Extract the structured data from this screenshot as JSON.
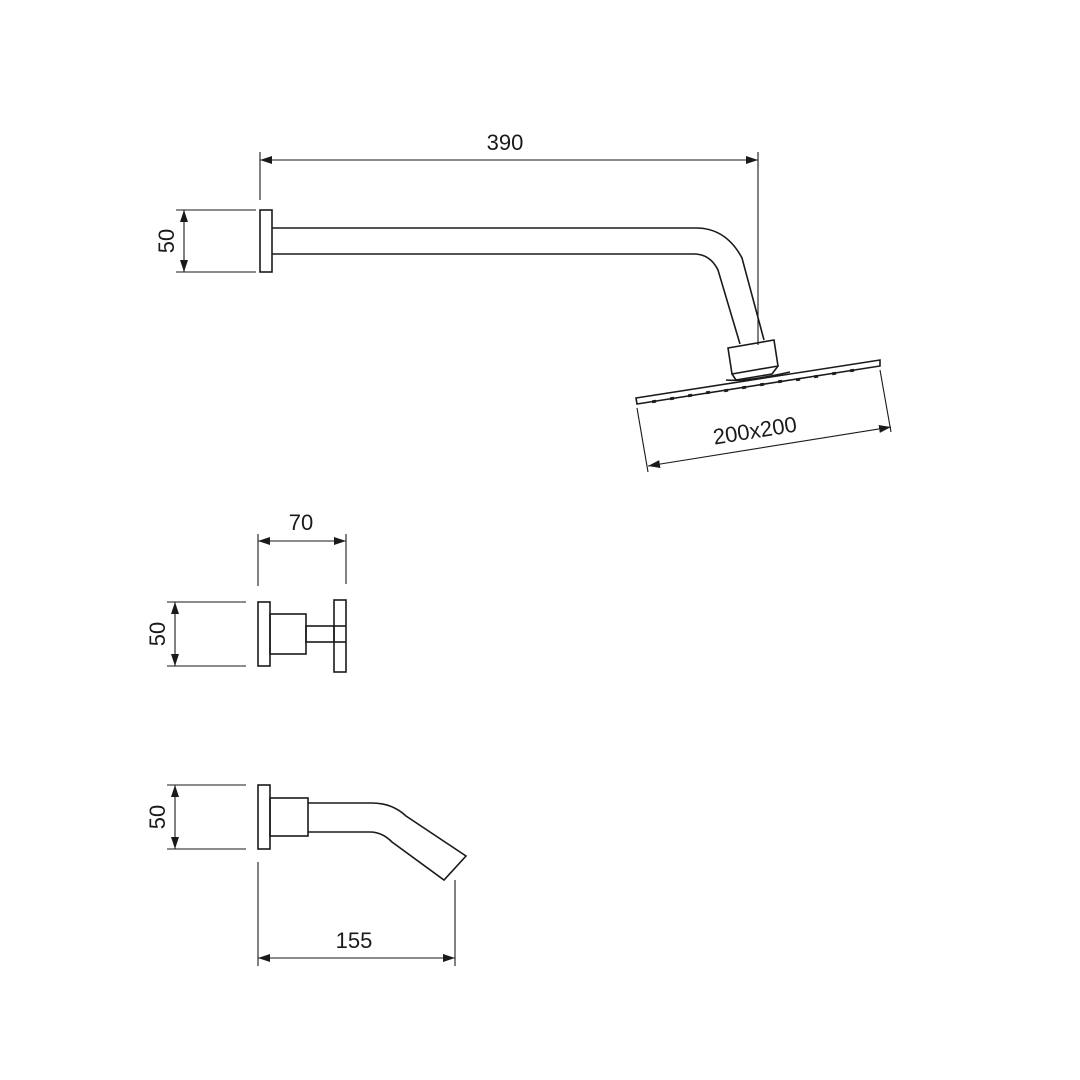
{
  "dimensions": {
    "arm_length": "390",
    "arm_flange_height": "50",
    "head_size": "200x200",
    "valve_depth": "70",
    "valve_flange_height": "50",
    "spout_flange_height": "50",
    "spout_length": "155"
  }
}
